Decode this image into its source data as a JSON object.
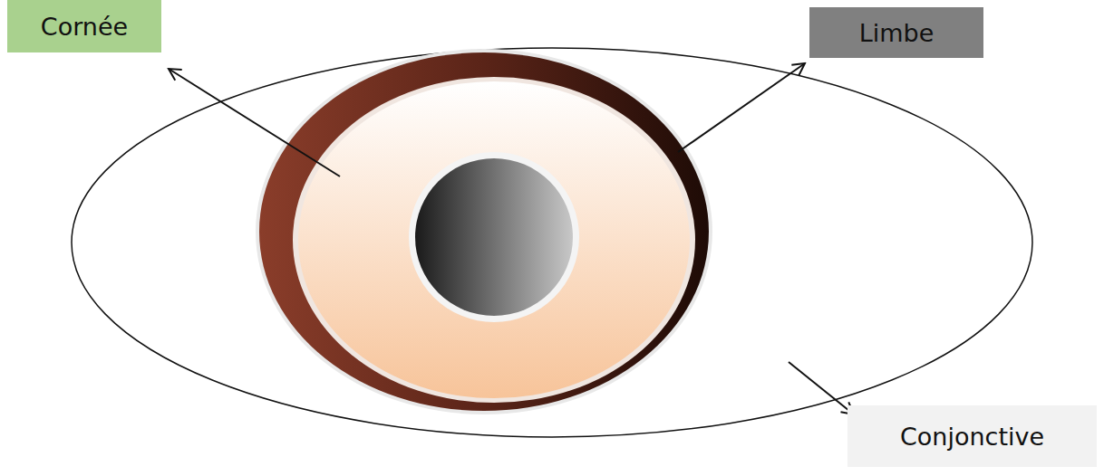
{
  "diagram": {
    "nodes": [
      {
        "text": [
          "Cornée"
        ]
      },
      {
        "text": [
          "Limbe"
        ]
      },
      {
        "text": [
          "Conjonctive"
        ]
      }
    ]
  }
}
